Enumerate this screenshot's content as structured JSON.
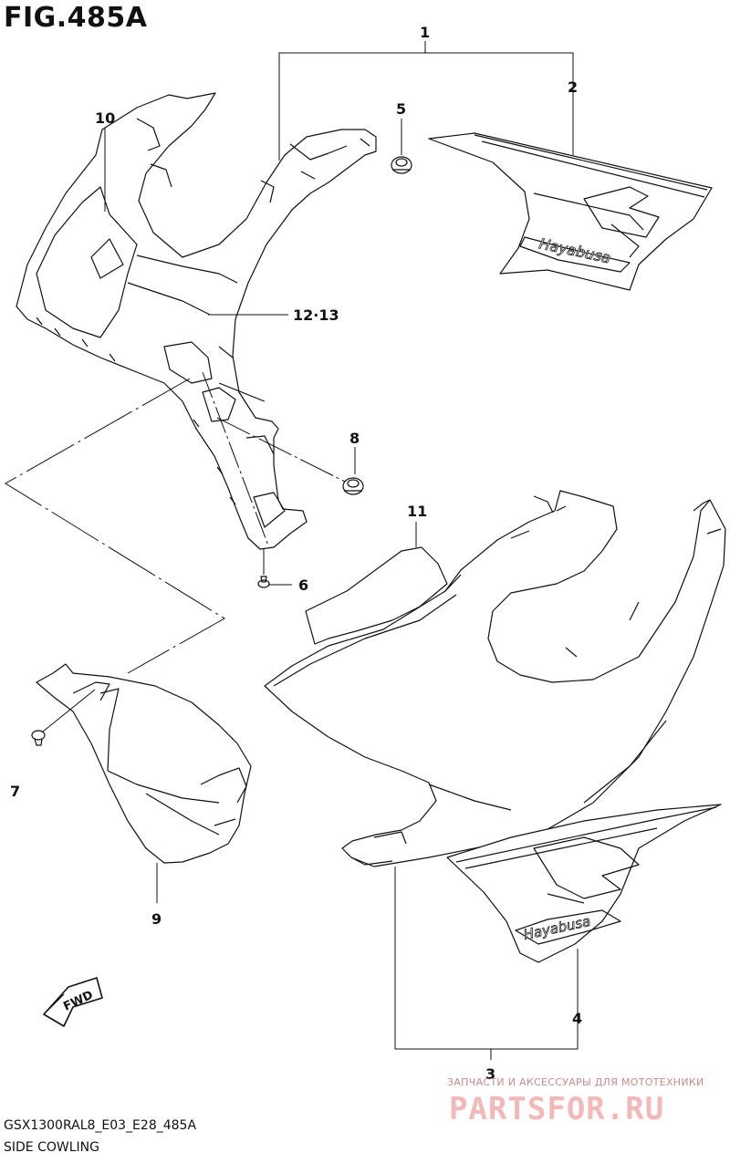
{
  "figure": {
    "title": "FIG.485A"
  },
  "footer": {
    "model_code": "GSX1300RAL8_E03_E28_485A",
    "caption": "SIDE COWLING"
  },
  "watermark": {
    "tagline": "ЗАПЧАСТИ И АКСЕССУАРЫ ДЛЯ МОТОТЕХНИКИ",
    "brand": "PARTSFOR.RU",
    "color": "#f3b8b8"
  },
  "fwd_label": "FWD",
  "decal_text": "Hayabusa",
  "callouts": {
    "c1": "1",
    "c2": "2",
    "c3": "3",
    "c4": "4",
    "c5": "5",
    "c6": "6",
    "c7": "7",
    "c8": "8",
    "c9": "9",
    "c10": "10",
    "c11": "11",
    "c12": "12·13"
  },
  "colors": {
    "line": "#111111",
    "part_fill": "#ffffff"
  }
}
